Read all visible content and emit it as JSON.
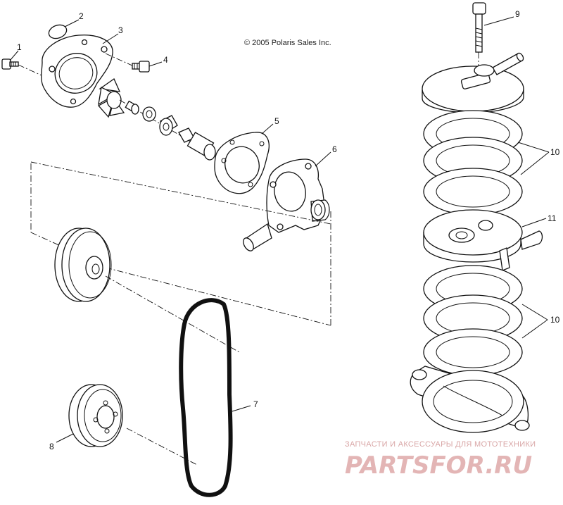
{
  "copyright": "© 2005 Polaris Sales Inc.",
  "callouts": [
    "1",
    "2",
    "3",
    "4",
    "5",
    "6",
    "7",
    "8",
    "9",
    "10",
    "11",
    "10"
  ],
  "watermark": {
    "tagline": "ЗАПЧАСТИ И АКСЕССУАРЫ ДЛЯ МОТОТЕХНИКИ",
    "brand": "PARTSFOR.RU",
    "color": "#e3b5b5"
  }
}
